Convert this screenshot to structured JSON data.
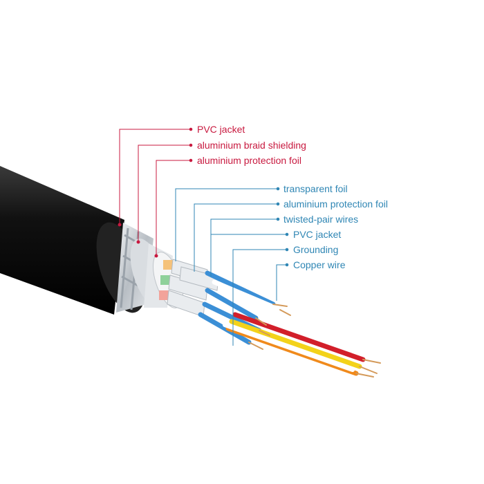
{
  "outer_labels": [
    "PVC jacket",
    "aluminium braid shielding",
    "aluminium protection foil"
  ],
  "inner_labels": [
    "transparent foil",
    "aluminium protection foil",
    "twisted-pair wires",
    "PVC jacket",
    "Grounding",
    "Copper wire"
  ],
  "colors": {
    "outer_label": "#c8193f",
    "inner_label": "#2f86b4",
    "jacket": "#1c1c1c",
    "braid": "#c9ced3",
    "wire_blue": "#3b8fd6",
    "wire_red": "#d21f2a",
    "wire_yellow": "#f3d21a",
    "wire_orange": "#f08a1c",
    "copper": "#d49a5a"
  }
}
